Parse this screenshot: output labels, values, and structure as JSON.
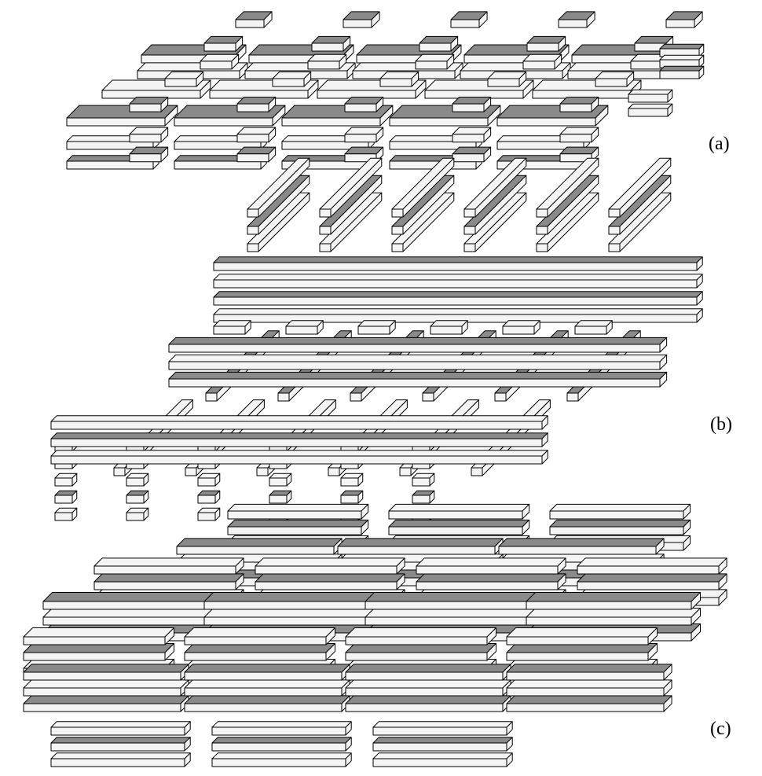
{
  "figure": {
    "panels": [
      {
        "label": "(a)"
      },
      {
        "label": "(b)"
      },
      {
        "label": "(c)"
      }
    ]
  },
  "colors": {
    "dark_fill": "#8a8a8a",
    "light_fill": "#f4f4f4",
    "stroke": "#000000",
    "background": "#ffffff"
  }
}
